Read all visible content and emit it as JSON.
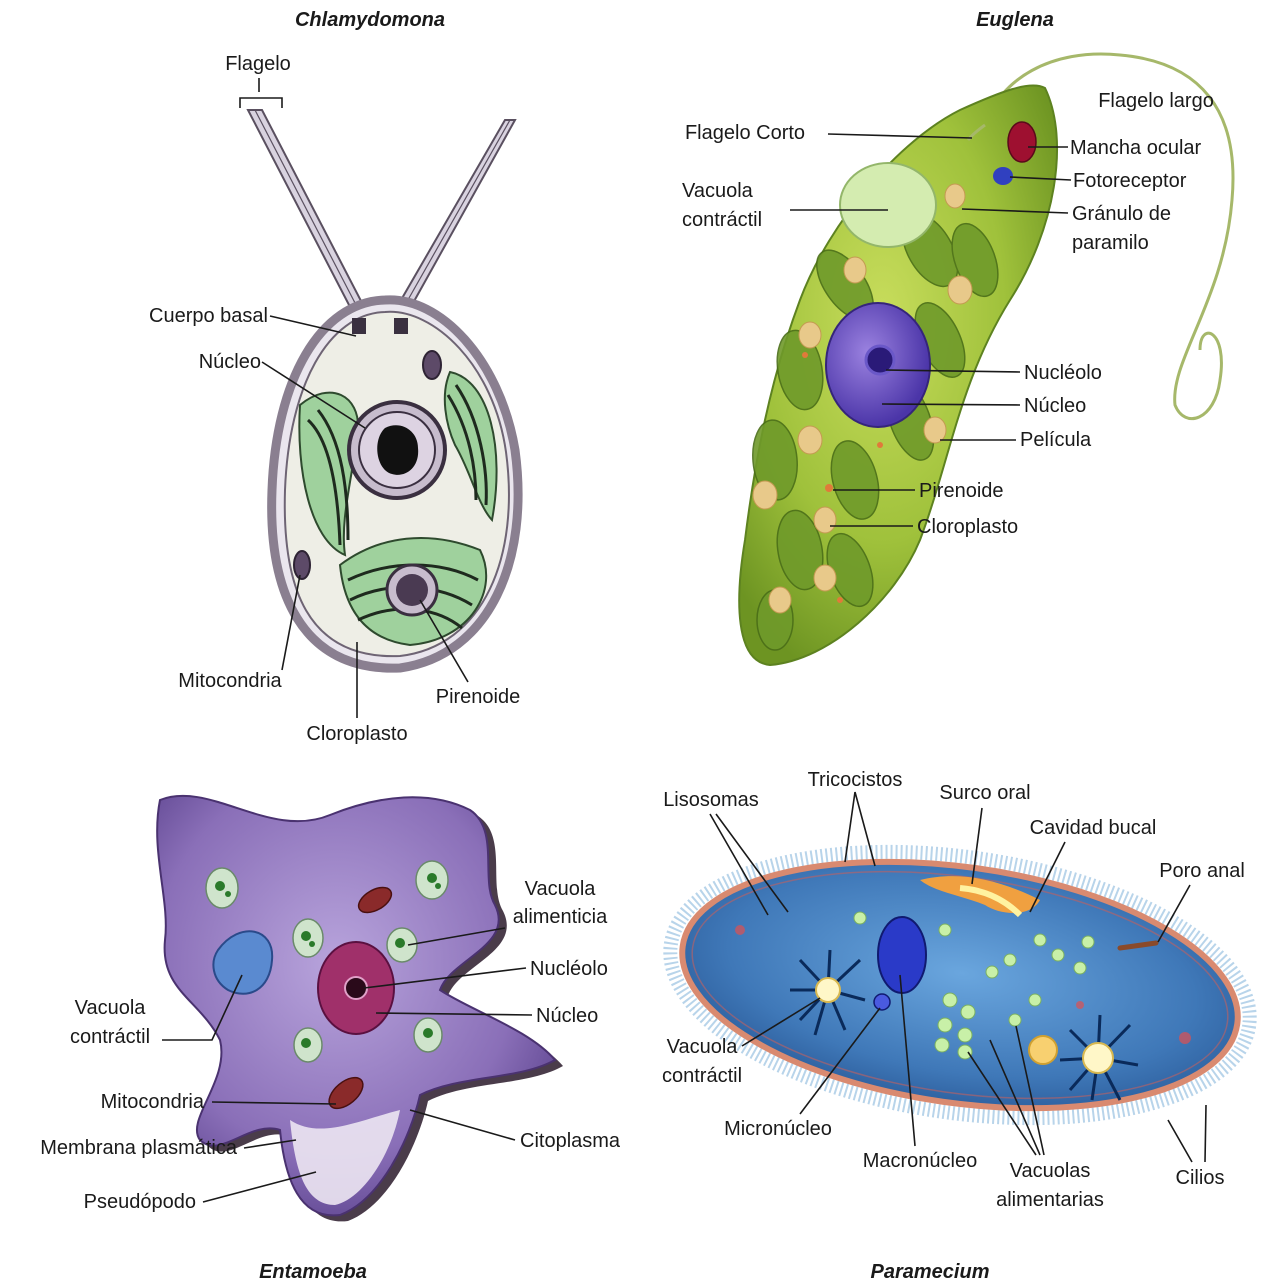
{
  "panels": {
    "chlamydomona": {
      "title": "Chlamydomona",
      "labels": {
        "flagelo": "Flagelo",
        "cuerpo_basal": "Cuerpo basal",
        "nucleo": "Núcleo",
        "mitocondria": "Mitocondria",
        "pirenoide": "Pirenoide",
        "cloroplasto": "Cloroplasto"
      }
    },
    "euglena": {
      "title": "Euglena",
      "labels": {
        "flagelo_largo": "Flagelo largo",
        "flagelo_corto": "Flagelo Corto",
        "mancha_ocular": "Mancha ocular",
        "fotoreceptor": "Fotoreceptor",
        "vacuola_1": "Vacuola",
        "vacuola_2": "contráctil",
        "granulo_1": "Gránulo de",
        "granulo_2": "paramilo",
        "nucleolo": "Nucléolo",
        "nucleo": "Núcleo",
        "pelicula": "Película",
        "pirenoide": "Pirenoide",
        "cloroplasto": "Cloroplasto"
      }
    },
    "entamoeba": {
      "title": "Entamoeba",
      "labels": {
        "vacuola_alim_1": "Vacuola",
        "vacuola_alim_2": "alimenticia",
        "nucleolo": "Nucléolo",
        "nucleo": "Núcleo",
        "vacuola_contr_1": "Vacuola",
        "vacuola_contr_2": "contráctil",
        "mitocondria": "Mitocondria",
        "membrana": "Membrana plasmática",
        "citoplasma": "Citoplasma",
        "pseudopodo": "Pseudópodo"
      }
    },
    "paramecium": {
      "title": "Paramecium",
      "labels": {
        "tricocistos": "Tricocistos",
        "lisosomas": "Lisosomas",
        "surco_oral": "Surco oral",
        "cavidad_bucal": "Cavidad bucal",
        "poro_anal": "Poro anal",
        "vacuola_1": "Vacuola",
        "vacuola_2": "contráctil",
        "micronucleo": "Micronúcleo",
        "macronucleo": "Macronúcleo",
        "vacuolas_alim_1": "Vacuolas",
        "vacuolas_alim_2": "alimentarias",
        "cilios": "Cilios"
      }
    }
  },
  "colors": {
    "chloroplast_green": "#8fc98f",
    "euglena_green": "#9fc13b",
    "amoeba_purple": "#8a6fb8",
    "paramecium_blue": "#3f78b8"
  }
}
